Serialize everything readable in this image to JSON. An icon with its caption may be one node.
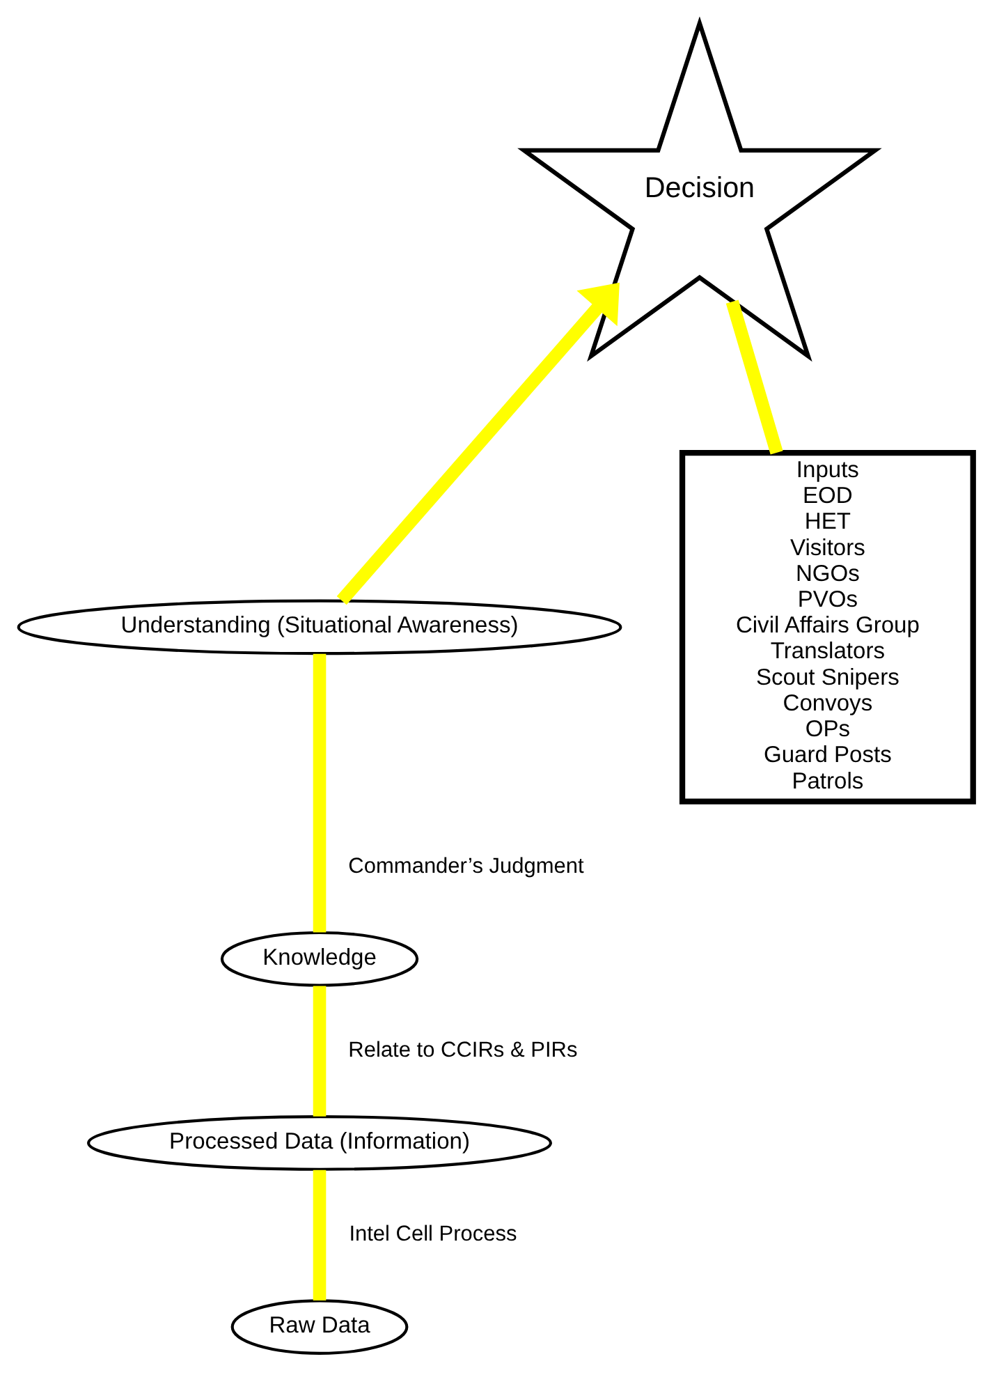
{
  "diagram": {
    "nodes": [
      {
        "text": [
          "Decision"
        ]
      },
      {
        "text": [
          "Understanding (Situational Awareness)"
        ]
      },
      {
        "text": [
          "Knowledge"
        ]
      },
      {
        "text": [
          "Processed Data (Information)"
        ]
      },
      {
        "text": [
          "Raw Data"
        ]
      },
      {
        "text": [
          "Inputs",
          "EOD",
          "HET",
          "Visitors",
          "NGOs",
          "PVOs",
          "Civil Affairs Group",
          "Translators",
          "Scout Snipers",
          "Convoys",
          "OPs",
          "Guard Posts",
          "Patrols"
        ]
      }
    ],
    "edges": [
      {
        "from": 4,
        "to": 3,
        "arrow": "none",
        "label": "Intel Cell Process"
      },
      {
        "from": 3,
        "to": 2,
        "arrow": "none",
        "label": "Relate to CCIRs & PIRs"
      },
      {
        "from": 2,
        "to": 1,
        "arrow": "none",
        "label": "Commander’s Judgment"
      },
      {
        "from": 1,
        "to": 0,
        "arrow": "to"
      },
      {
        "from": 5,
        "to": 0,
        "arrow": "none"
      }
    ]
  }
}
